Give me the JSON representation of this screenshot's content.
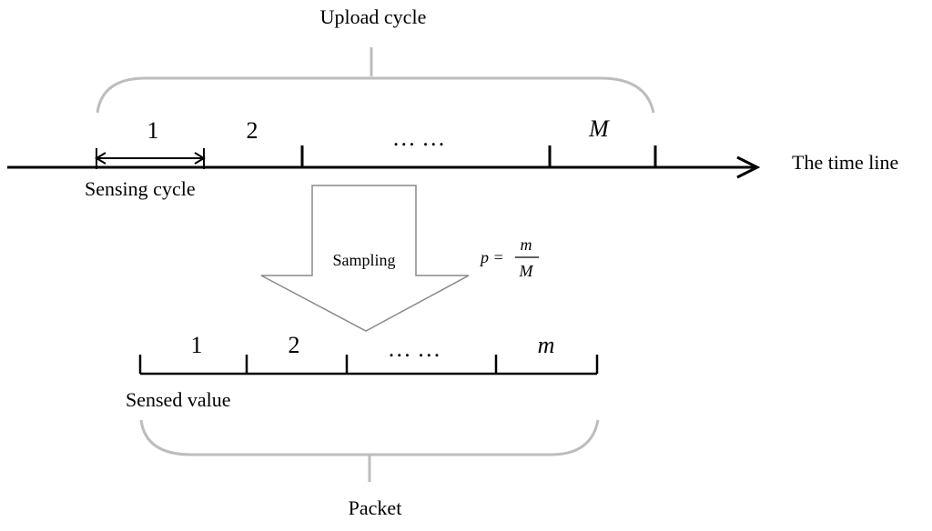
{
  "diagram": {
    "upload_cycle_label": "Upload cycle",
    "time_line_label": "The time line",
    "sensing_cycle_label": "Sensing cycle",
    "sampling_label": "Sampling",
    "formula": {
      "lhs": "p =",
      "numerator": "m",
      "denominator": "M"
    },
    "timeline_segments": [
      "1",
      "2",
      "… …",
      "M"
    ],
    "packet_segments": [
      "1",
      "2",
      "… …",
      "m"
    ],
    "sensed_value_label": "Sensed value",
    "packet_label": "Packet"
  }
}
